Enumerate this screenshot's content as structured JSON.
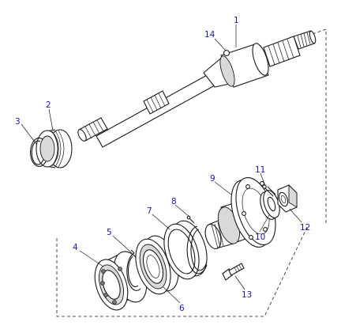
{
  "callouts": [
    {
      "id": "1",
      "part": "drive-shaft"
    },
    {
      "id": "2",
      "part": "oil-seal-collar"
    },
    {
      "id": "3",
      "part": "circlip"
    },
    {
      "id": "4",
      "part": "bearing"
    },
    {
      "id": "5",
      "part": "circlip"
    },
    {
      "id": "6",
      "part": "oil-seal"
    },
    {
      "id": "7",
      "part": "spacer"
    },
    {
      "id": "8",
      "part": "circlip"
    },
    {
      "id": "9",
      "part": "drive-flange"
    },
    {
      "id": "10",
      "part": "washer"
    },
    {
      "id": "11",
      "part": "split-pin"
    },
    {
      "id": "12",
      "part": "castellated-nut"
    },
    {
      "id": "13",
      "part": "bolt"
    },
    {
      "id": "14",
      "part": "ball"
    }
  ]
}
